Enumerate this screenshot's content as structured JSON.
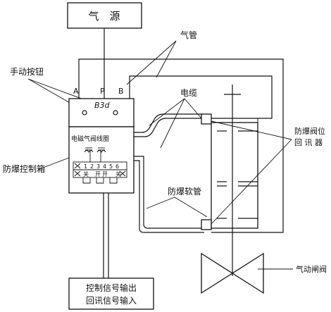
{
  "labels": {
    "air_source": "气　源",
    "air_pipe": "气管",
    "manual_button": "手动按钮",
    "port_a": "A",
    "port_p": "P",
    "port_b": "B",
    "box_model": "B3d",
    "cable": "电缆",
    "solenoid_coil": "电磁气阀线圈",
    "explosion_control_box": "防爆控制箱",
    "explosion_valve_feedback_line1": "防爆阀位",
    "explosion_valve_feedback_line2": "回 讯 器",
    "explosion_hose": "防爆软管",
    "pneumatic_gate_valve": "气动闸阀",
    "signal_line1": "控制信号输出",
    "signal_line2": "回讯信号输入"
  },
  "terminals": {
    "numbers": [
      "1",
      "2",
      "3",
      "4",
      "5",
      "6"
    ],
    "states": [
      "关",
      "开",
      "开",
      "关"
    ]
  },
  "colors": {
    "line": "#111111",
    "background": "#ffffff"
  }
}
